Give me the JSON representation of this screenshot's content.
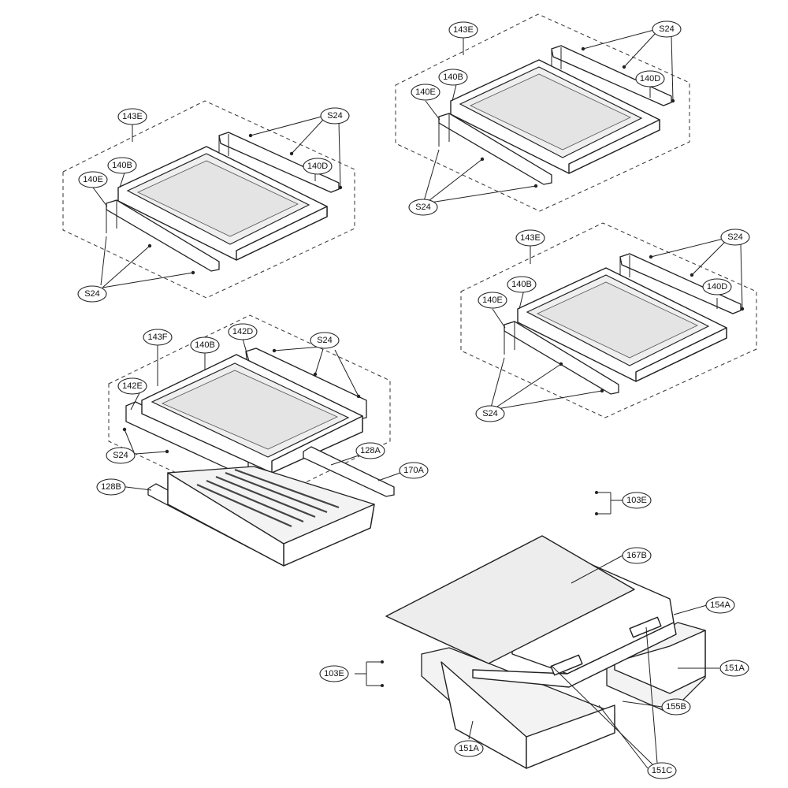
{
  "labels": {
    "l143E": "143E",
    "l143F": "143F",
    "l140B": "140B",
    "l140D": "140D",
    "l140E": "140E",
    "l142D": "142D",
    "l142E": "142E",
    "lS24": "S24",
    "l128A": "128A",
    "l128B": "128B",
    "l170A": "170A",
    "l103E": "103E",
    "l167B": "167B",
    "l154A": "154A",
    "l151A": "151A",
    "l155B": "155B",
    "l151C": "151C"
  }
}
